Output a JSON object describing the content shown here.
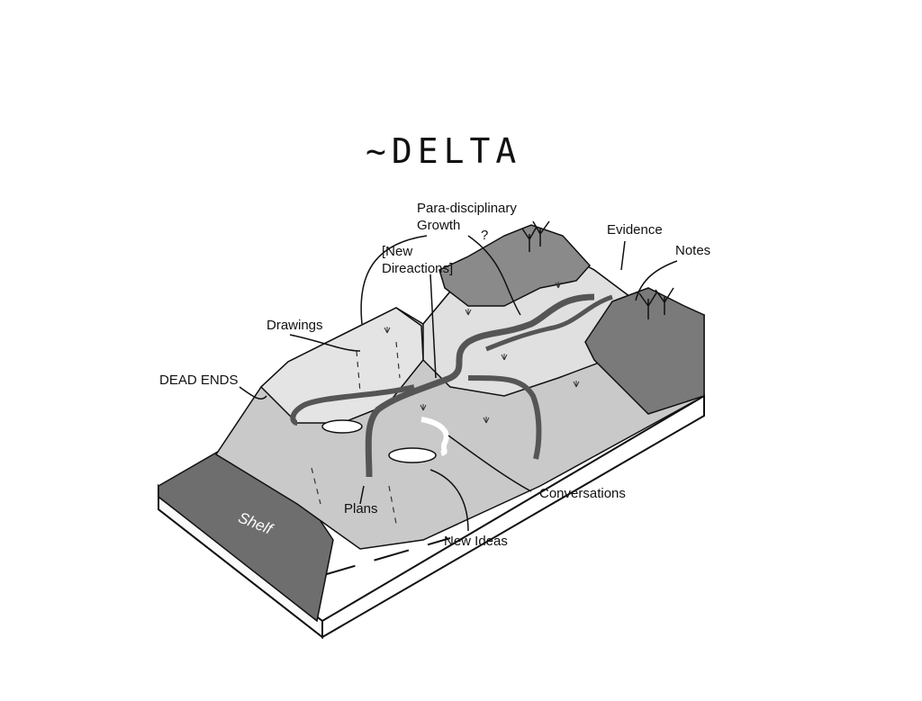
{
  "title": "~DELTA",
  "labels": {
    "para_disciplinary": "Para-disciplinary\nGrowth",
    "question": "?",
    "evidence": "Evidence",
    "notes": "Notes",
    "new_directions": "[New\nDireactions]",
    "drawings": "Drawings",
    "dead_ends": "DEAD ENDS",
    "plans": "Plans",
    "conversations": "Conversations",
    "new_ideas": "New Ideas",
    "shelf": "Shelf"
  },
  "colors": {
    "dark_gray": "#6e6e6e",
    "mid_gray": "#a9a9a9",
    "light_gray": "#d4d4d4",
    "pale": "#e6e6e6",
    "ink": "#111111"
  }
}
